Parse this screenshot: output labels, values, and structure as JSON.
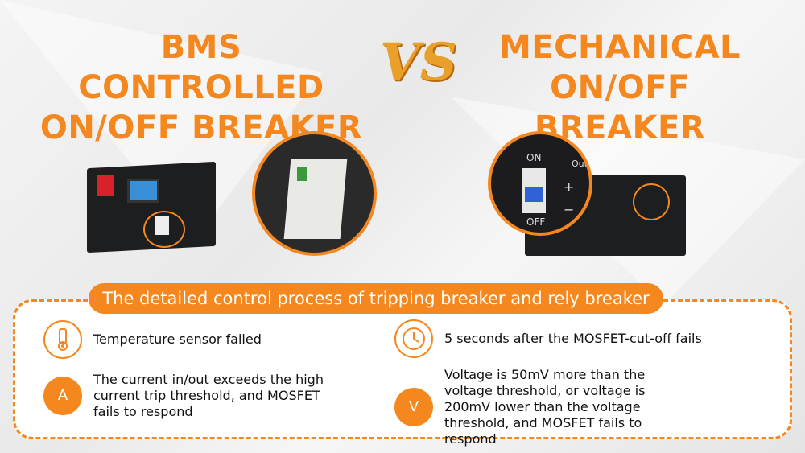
{
  "left_title": [
    "BMS CONTROLLED",
    "ON/OFF BREAKER"
  ],
  "vs_logo": "VS",
  "right_title": [
    "MECHANICAL",
    "ON/OFF BREAKER"
  ],
  "photo_labels": {
    "on": "ON",
    "off": "OFF",
    "output": "Output",
    "plus": "+",
    "minus": "−"
  },
  "banner": "The detailed control process of tripping breaker and rely breaker",
  "items": [
    {
      "icon": "thermometer-icon",
      "text": "Temperature sensor failed"
    },
    {
      "icon": "clock-icon",
      "text": "5 seconds after the MOSFET-cut-off fails"
    },
    {
      "icon": "current-ampere-icon",
      "text": "The current in/out exceeds the high current trip threshold, and MOSFET fails to respond"
    },
    {
      "icon": "voltage-icon",
      "text": "Voltage is 50mV more than the voltage threshold, or voltage is 200mV lower than the voltage threshold, and MOSFET fails to respond"
    }
  ],
  "colors": {
    "accent": "#f5871f"
  }
}
